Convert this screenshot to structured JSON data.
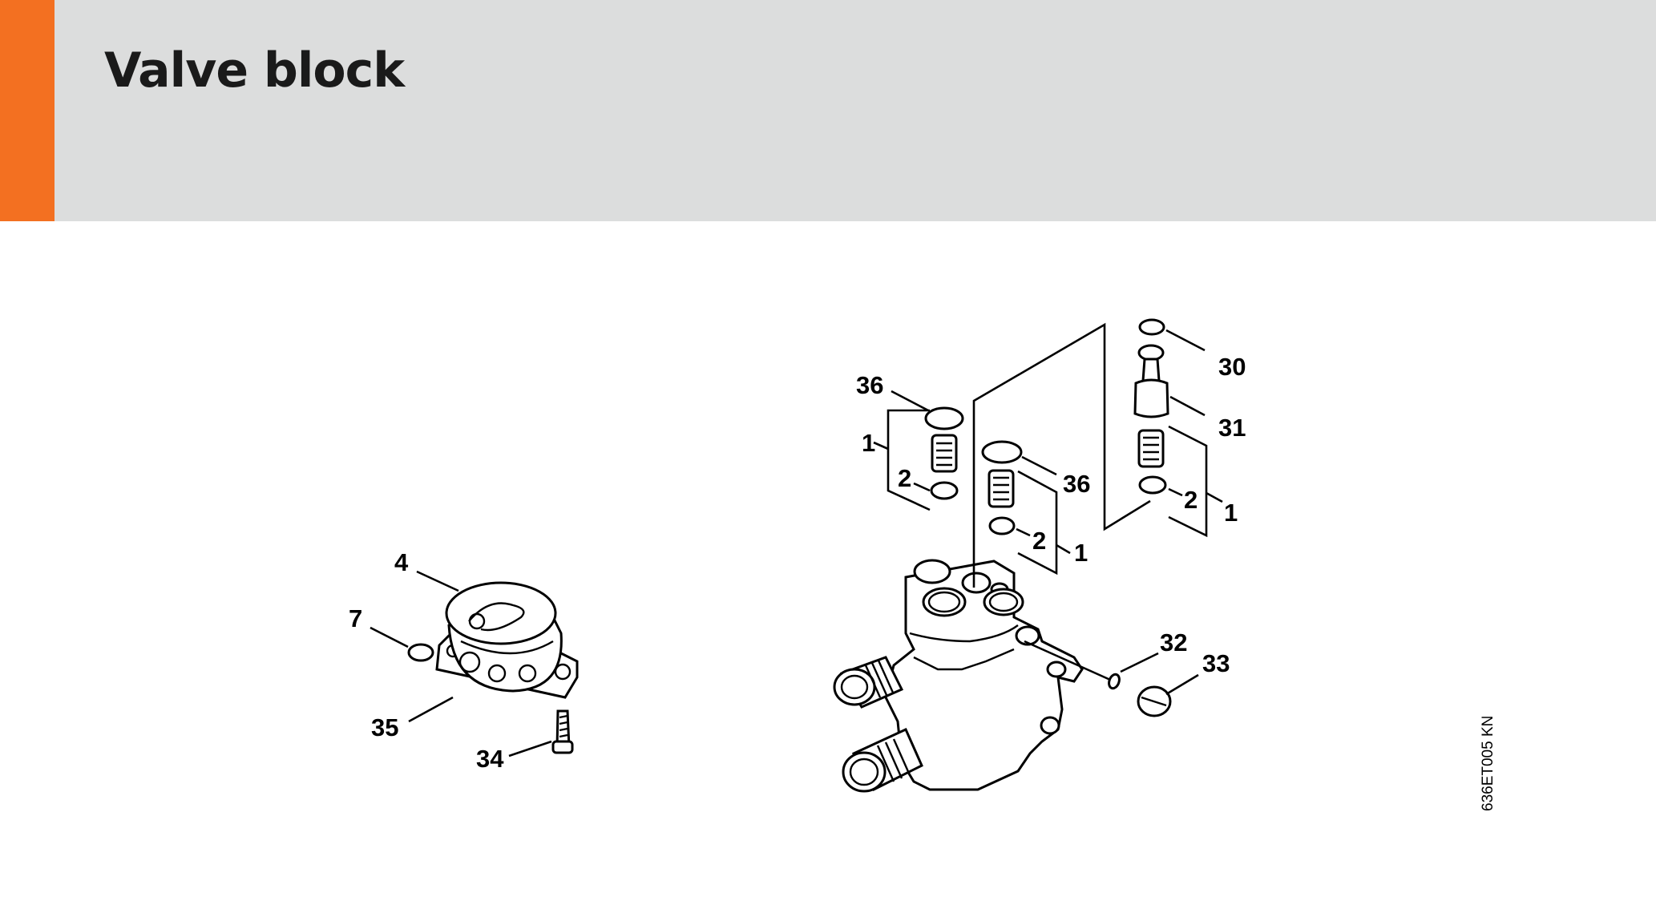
{
  "header": {
    "title": "Valve block",
    "accent_color": "#f37021",
    "background_color": "#dcdddd"
  },
  "diagram": {
    "drawing_code": "636ET005 KN",
    "callouts": {
      "c4": "4",
      "c7": "7",
      "c35": "35",
      "c34": "34",
      "c36a": "36",
      "c1a": "1",
      "c2a": "2",
      "c36b": "36",
      "c2b": "2",
      "c1b": "1",
      "c30": "30",
      "c31": "31",
      "c2c": "2",
      "c1c": "1",
      "c32": "32",
      "c33": "33"
    }
  }
}
